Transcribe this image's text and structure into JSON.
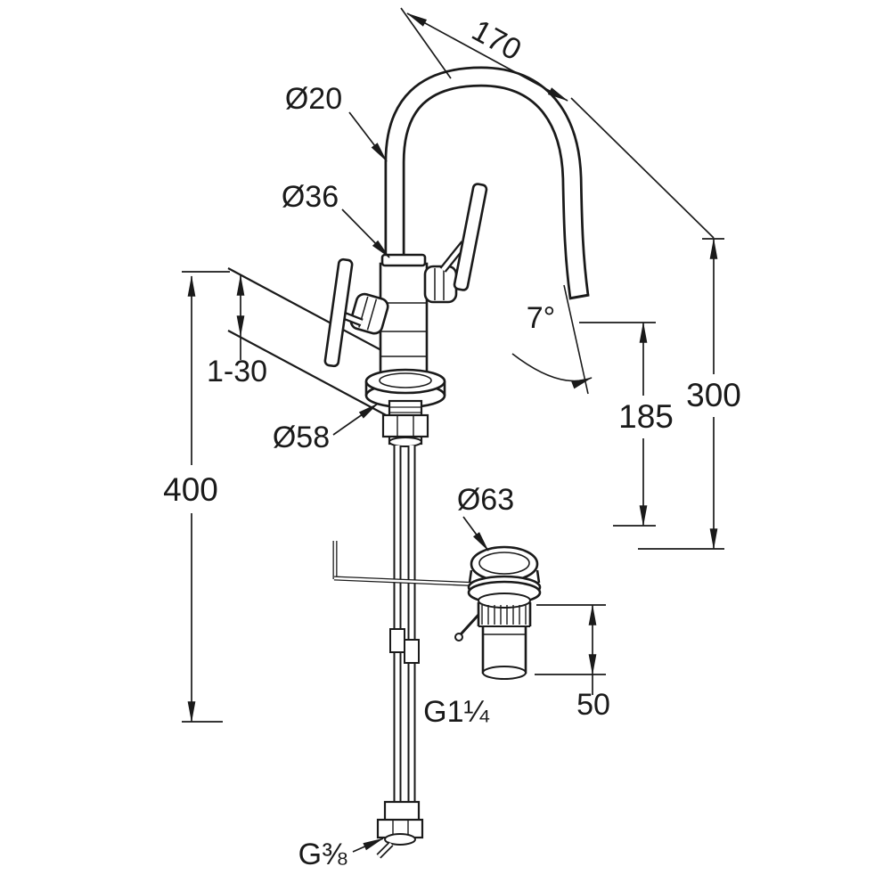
{
  "page": {
    "background": "#ffffff",
    "line_color": "#1a1a1a"
  },
  "drawing": {
    "type": "technical-dimension-drawing",
    "labels": {
      "spout_reach": "170",
      "spout_diameter": "Ø20",
      "body_diameter": "Ø36",
      "deck_thickness": "1-30",
      "height_total": "400",
      "base_diameter": "Ø58",
      "waste_cap_diameter": "Ø63",
      "outlet_height": "185",
      "overall_height": "300",
      "spout_angle": "7°",
      "waste_body_height": "50",
      "waste_thread": "G1¼",
      "supply_thread": "G⅜"
    }
  }
}
